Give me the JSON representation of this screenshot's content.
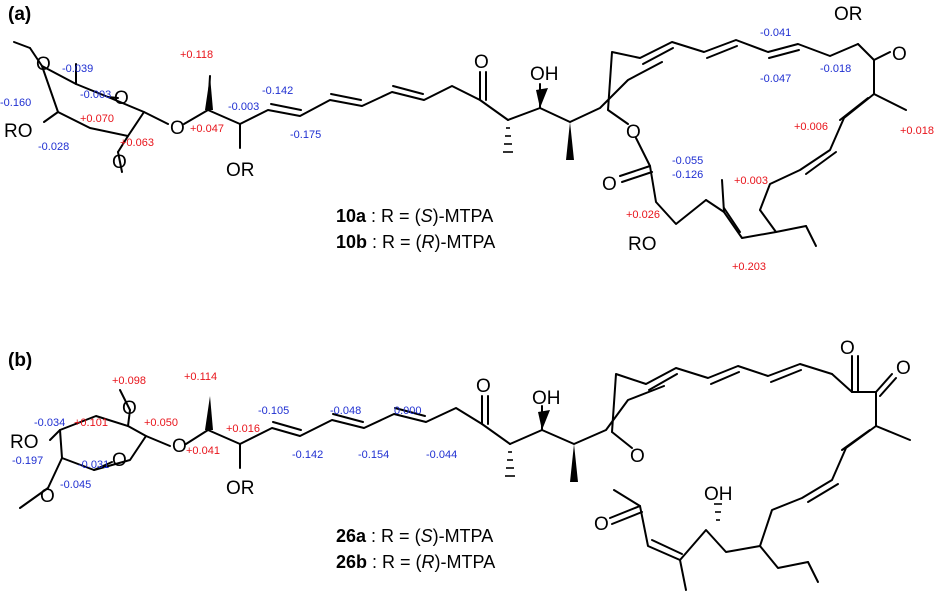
{
  "panels": [
    {
      "label": "(a)",
      "caption1": {
        "num": "10a",
        "pre": " : R = (",
        "it": "S",
        "post": ")-MTPA"
      },
      "caption2": {
        "num": "10b",
        "pre": " : R = (",
        "it": "R",
        "post": ")-MTPA"
      },
      "atoms": {
        "ro1": "RO",
        "or2": "OR",
        "oh": "OH",
        "o_ketone": "O",
        "o_ring": "O",
        "o_ester": "O",
        "o_carbonyl": "O",
        "ro3": "RO",
        "or_top": "OR",
        "o_top": "O",
        "o_glyc": "O"
      },
      "deltas": [
        {
          "v": "+0.118",
          "s": "pos"
        },
        {
          "v": "-0.039",
          "s": "neg"
        },
        {
          "v": "-0.003",
          "s": "neg"
        },
        {
          "v": "-0.160",
          "s": "neg"
        },
        {
          "v": "+0.070",
          "s": "pos"
        },
        {
          "v": "-0.028",
          "s": "neg"
        },
        {
          "v": "+0.063",
          "s": "pos"
        },
        {
          "v": "+0.047",
          "s": "pos"
        },
        {
          "v": "-0.003",
          "s": "neg"
        },
        {
          "v": "-0.142",
          "s": "neg"
        },
        {
          "v": "-0.175",
          "s": "neg"
        },
        {
          "v": "-0.041",
          "s": "neg"
        },
        {
          "v": "-0.018",
          "s": "neg"
        },
        {
          "v": "-0.047",
          "s": "neg"
        },
        {
          "v": "+0.006",
          "s": "pos"
        },
        {
          "v": "+0.018",
          "s": "pos"
        },
        {
          "v": "-0.055",
          "s": "neg"
        },
        {
          "v": "-0.126",
          "s": "neg"
        },
        {
          "v": "+0.003",
          "s": "pos"
        },
        {
          "v": "+0.026",
          "s": "pos"
        },
        {
          "v": "+0.203",
          "s": "pos"
        }
      ]
    },
    {
      "label": "(b)",
      "caption1": {
        "num": "26a",
        "pre": " : R = (",
        "it": "S",
        "post": ")-MTPA"
      },
      "caption2": {
        "num": "26b",
        "pre": " : R = (",
        "it": "R",
        "post": ")-MTPA"
      },
      "atoms": {
        "ro1": "RO",
        "or2": "OR",
        "oh": "OH",
        "oh2": "OH",
        "o_ketone": "O",
        "o_ring": "O",
        "o_ester": "O",
        "o_carbonyl": "O",
        "o_top1": "O",
        "o_top2": "O",
        "o_glyc": "O"
      },
      "deltas": [
        {
          "v": "+0.098",
          "s": "pos"
        },
        {
          "v": "+0.114",
          "s": "pos"
        },
        {
          "v": "-0.034",
          "s": "neg"
        },
        {
          "v": "+0.101",
          "s": "pos"
        },
        {
          "v": "+0.050",
          "s": "pos"
        },
        {
          "v": "+0.041",
          "s": "pos"
        },
        {
          "v": "+0.016",
          "s": "pos"
        },
        {
          "v": "-0.105",
          "s": "neg"
        },
        {
          "v": "-0.048",
          "s": "neg"
        },
        {
          "v": "0.000",
          "s": "neg"
        },
        {
          "v": "-0.197",
          "s": "neg"
        },
        {
          "v": "-0.031",
          "s": "neg"
        },
        {
          "v": "-0.045",
          "s": "neg"
        },
        {
          "v": "-0.142",
          "s": "neg"
        },
        {
          "v": "-0.154",
          "s": "neg"
        },
        {
          "v": "-0.044",
          "s": "neg"
        }
      ]
    }
  ],
  "colors": {
    "positive": "#e8141b",
    "negative": "#1f2fd1",
    "bond": "#000000"
  }
}
